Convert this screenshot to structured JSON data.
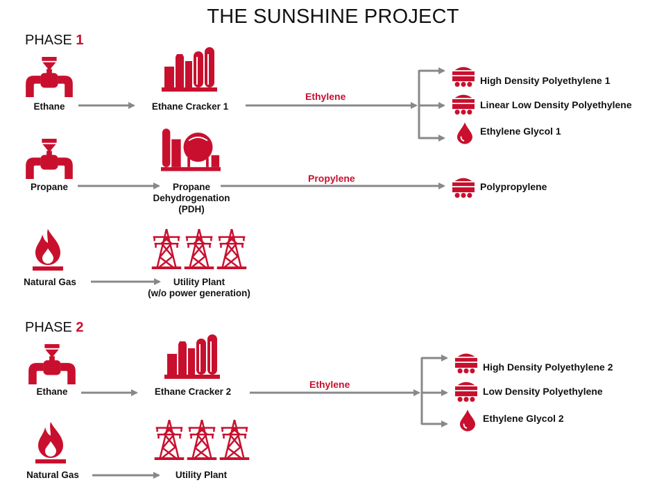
{
  "title": "THE SUNSHINE PROJECT",
  "colors": {
    "accent": "#c8102e",
    "arrow": "#888888"
  },
  "phase1": {
    "label": "PHASE",
    "num": "1",
    "ethane": "Ethane",
    "ethane_cracker": "Ethane Cracker 1",
    "ethylene": "Ethylene",
    "products_ethylene": [
      "High Density Polyethylene 1",
      "Linear Low Density Polyethylene",
      "Ethylene Glycol 1"
    ],
    "propane": "Propane",
    "pdh_lines": [
      "Propane",
      "Dehydrogenation",
      "(PDH)"
    ],
    "propylene": "Propylene",
    "polypropylene": "Polypropylene",
    "natural_gas": "Natural Gas",
    "utility_lines": [
      "Utility Plant",
      "(w/o power generation)"
    ]
  },
  "phase2": {
    "label": "PHASE",
    "num": "2",
    "ethane": "Ethane",
    "ethane_cracker": "Ethane Cracker 2",
    "ethylene": "Ethylene",
    "products_ethylene": [
      "High Density Polyethylene 2",
      "Low Density Polyethylene",
      "Ethylene Glycol 2"
    ],
    "natural_gas": "Natural Gas",
    "utility": "Utility Plant"
  },
  "icons": [
    "valve-icon",
    "refinery-icon",
    "sphere-plant-icon",
    "flame-icon",
    "power-tower-icon",
    "rail-car-icon",
    "drop-icon"
  ]
}
